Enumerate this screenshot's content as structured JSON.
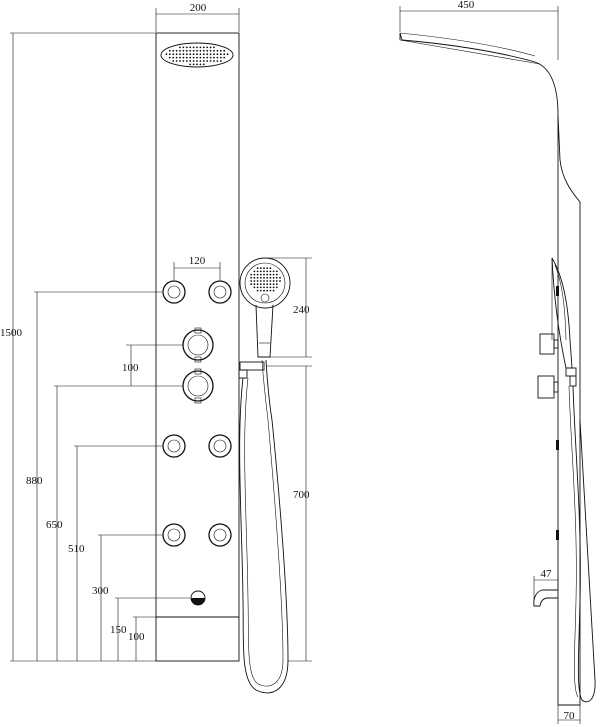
{
  "figure": {
    "units": "mm",
    "dimensions": {
      "front_width": "200",
      "side_depth": "450",
      "total_height": "1500",
      "jet_spacing": "120",
      "hand_shower_height": "240",
      "valve_spacing": "100",
      "jet_height_upper": "880",
      "jet_height_middle": "650",
      "jet_height_lower": "510",
      "jet_height_bottom": "300",
      "spout_height": "150",
      "panel_bottom": "100",
      "hose_length": "700",
      "spout_projection": "47",
      "base_depth": "70"
    }
  }
}
